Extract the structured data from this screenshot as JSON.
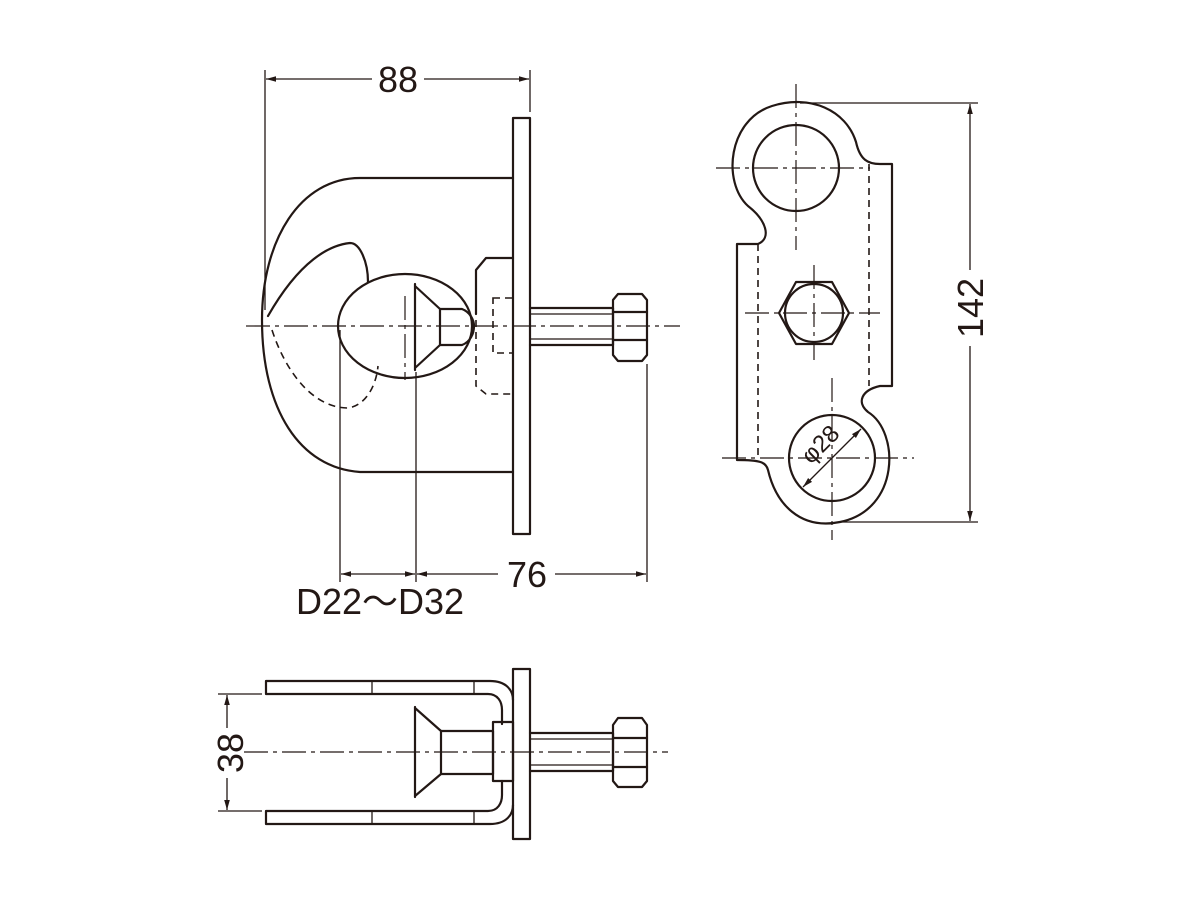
{
  "dimensions": {
    "width_88": "88",
    "length_76": "76",
    "rebar_range": "D22～D32",
    "height_142": "142",
    "hole_dia": "φ28",
    "depth_38": "38"
  },
  "colors": {
    "line": "#231815",
    "background": "#ffffff"
  }
}
